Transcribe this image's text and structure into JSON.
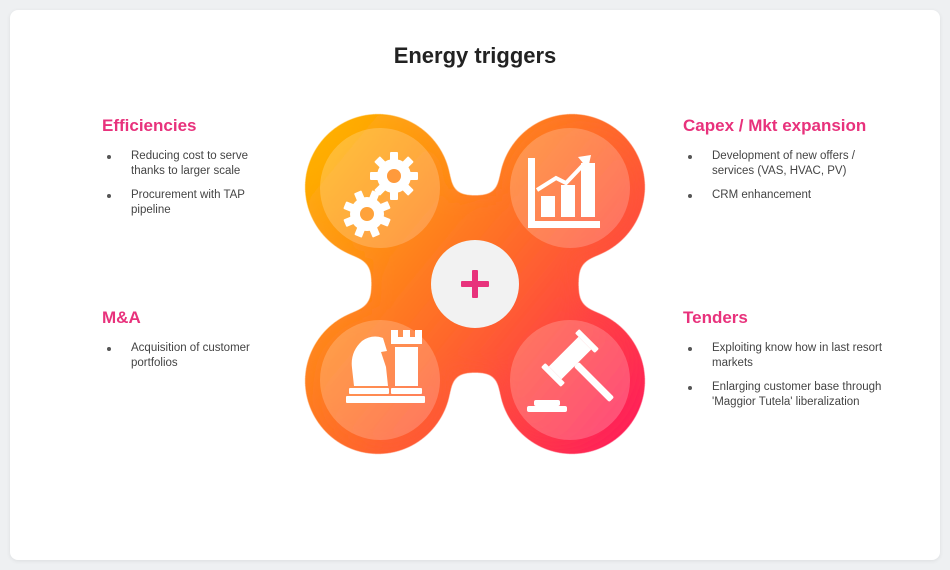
{
  "title": "Energy triggers",
  "colors": {
    "accent": "#e8327c",
    "gradient_start": "#ffb300",
    "gradient_mid": "#ff6a2a",
    "gradient_end": "#ff1a5c",
    "center_circle": "#f2f2f2",
    "plus": "#e8327c"
  },
  "center_icon": "plus-icon",
  "quadrants": {
    "top_left": {
      "heading": "Efficiencies",
      "icon": "gears-icon",
      "bullets": [
        "Reducing cost to serve thanks to larger scale",
        "Procurement with TAP pipeline"
      ]
    },
    "top_right": {
      "heading": "Capex / Mkt expansion",
      "icon": "growth-chart-icon",
      "bullets": [
        "Development of new offers / services (VAS, HVAC, PV)",
        "CRM enhancement"
      ]
    },
    "bottom_left": {
      "heading": "M&A",
      "icon": "chess-pieces-icon",
      "bullets": [
        "Acquisition of customer portfolios"
      ]
    },
    "bottom_right": {
      "heading": "Tenders",
      "icon": "gavel-icon",
      "bullets": [
        "Exploiting know how in last resort markets",
        "Enlarging customer base through 'Maggior Tutela' liberalization"
      ]
    }
  }
}
